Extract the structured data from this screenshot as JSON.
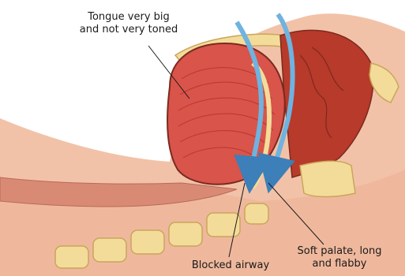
{
  "labels": {
    "tongue": [
      "Tongue very big",
      "and not very toned"
    ],
    "airway": "Blocked airway",
    "palate": [
      "Soft palate, long",
      "and flabby"
    ]
  },
  "colors": {
    "skin": "#f2c2a8",
    "skin_dark": "#e8a58e",
    "tongue": "#d9544a",
    "tongue_dark": "#b8382f",
    "palate": "#b83a2a",
    "bone": "#f3dc9a",
    "bone_outline": "#c9a55a",
    "airflow": "#6fb3e0",
    "airflow_dark": "#3d7fb8",
    "outline": "#7a2a20"
  }
}
